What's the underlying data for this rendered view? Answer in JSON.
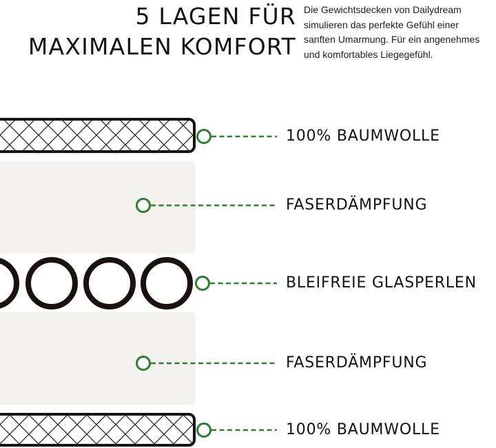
{
  "heading": {
    "line1": "5 LAGEN FÜR",
    "line2": "MAXIMALEN KOMFORT"
  },
  "description": {
    "line1": "Die Gewichtsdecken von Dailydream",
    "line2": "simulieren das perfekte Gefühl einer",
    "line3": "sanften Umarmung. Für ein angenehmes",
    "line4": "und komfortables Liegegefühl."
  },
  "layers": [
    {
      "label": "100% BAUMWOLLE",
      "type": "cotton"
    },
    {
      "label": "FASERDÄMPFUNG",
      "type": "fiber"
    },
    {
      "label": "BLEIFREIE GLASPERLEN",
      "type": "beads"
    },
    {
      "label": "FASERDÄMPFUNG",
      "type": "fiber"
    },
    {
      "label": "100% BAUMWOLLE",
      "type": "cotton"
    }
  ],
  "colors": {
    "marker": "#2e7d32",
    "fiber_fill": "#f3f1ee",
    "outline": "#1a1210"
  }
}
